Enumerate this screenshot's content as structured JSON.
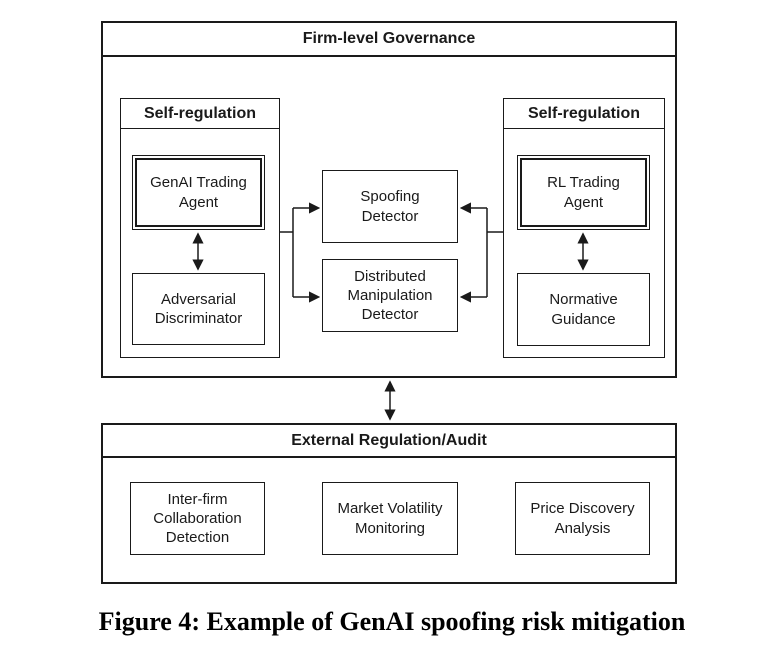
{
  "governance": {
    "title": "Firm-level Governance",
    "left_group": {
      "title": "Self-regulation",
      "agent": "GenAI Trading\nAgent",
      "regulator": "Adversarial\nDiscriminator"
    },
    "right_group": {
      "title": "Self-regulation",
      "agent": "RL Trading\nAgent",
      "regulator": "Normative\nGuidance"
    },
    "detectors": {
      "spoofing": "Spoofing\nDetector",
      "distributed": "Distributed\nManipulation\nDetector"
    }
  },
  "external": {
    "title": "External Regulation/Audit",
    "items": [
      "Inter-firm\nCollaboration\nDetection",
      "Market Volatility\nMonitoring",
      "Price Discovery\nAnalysis"
    ]
  },
  "caption": "Figure 4: Example of GenAI spoofing risk mitigation",
  "colors": {
    "line": "#1a1a1a",
    "text": "#1a1a1a",
    "background": "#ffffff"
  }
}
